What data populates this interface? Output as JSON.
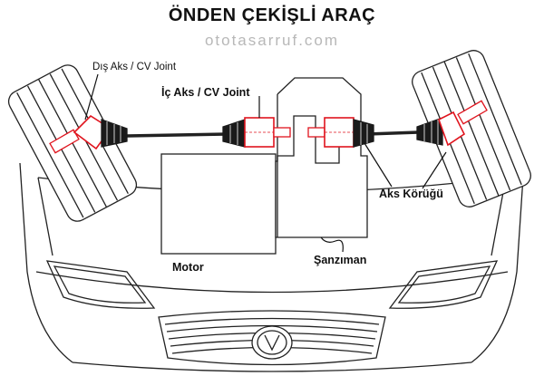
{
  "title": "ÖNDEN ÇEKİŞLİ ARAÇ",
  "watermark": "ototasarruf.com",
  "labels": {
    "outer_cv": "Dış Aks / CV Joint",
    "inner_cv": "İç Aks / CV Joint",
    "boot": "Aks Körüğü",
    "engine": "Motor",
    "gearbox": "Şanzıman"
  },
  "colors": {
    "line": "#222222",
    "joint": "#e0141e",
    "boot": "#1a1a1a",
    "watermark": "#b8b8b8"
  }
}
